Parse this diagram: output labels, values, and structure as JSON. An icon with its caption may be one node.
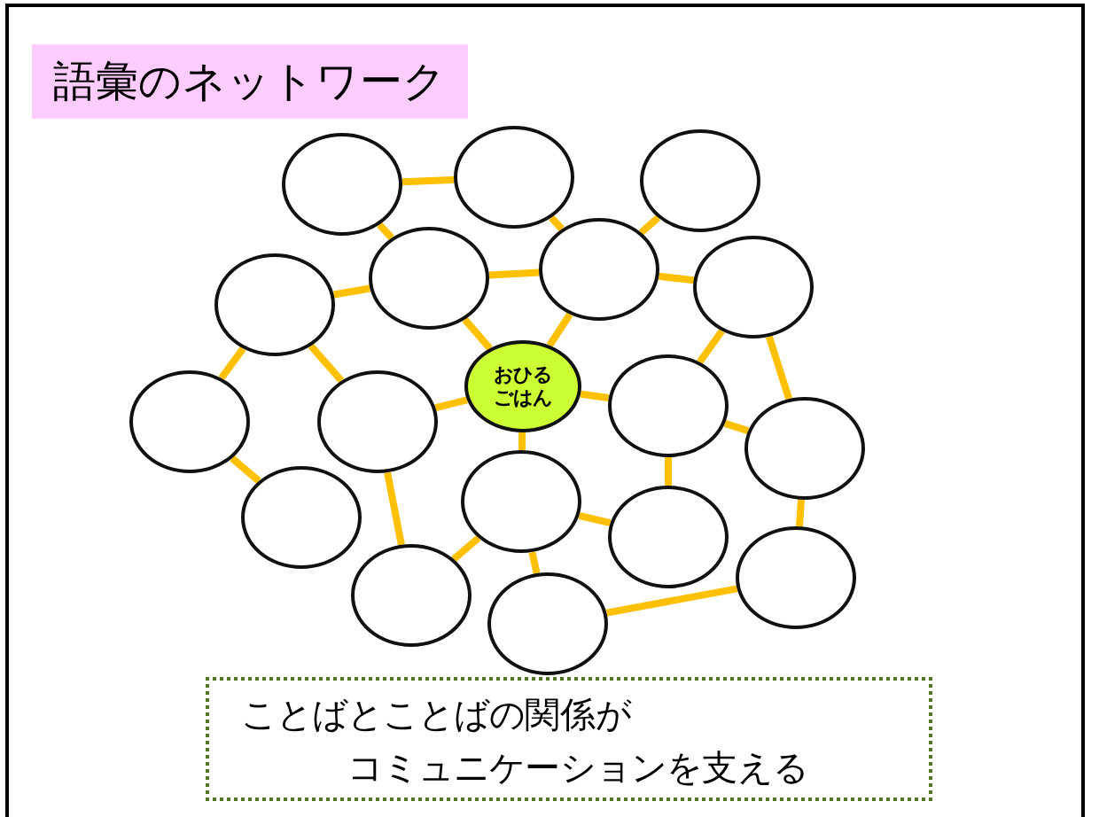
{
  "diagram": {
    "title": "語彙のネットワーク",
    "caption": "ことばとことばの関係がコミュニケーションを支える",
    "nodes": [
      {
        "text": [],
        "shape": "circle"
      },
      {
        "text": [],
        "shape": "circle"
      },
      {
        "text": [],
        "shape": "circle"
      },
      {
        "text": [],
        "shape": "circle"
      },
      {
        "text": [],
        "shape": "circle"
      },
      {
        "text": [],
        "shape": "circle"
      },
      {
        "text": [],
        "shape": "circle"
      },
      {
        "text": [
          "おひるごはん"
        ]
      },
      {
        "text": [],
        "shape": "circle"
      },
      {
        "text": [],
        "shape": "circle"
      },
      {
        "text": [],
        "shape": "circle"
      },
      {
        "text": [],
        "shape": "circle"
      },
      {
        "text": [],
        "shape": "circle"
      },
      {
        "text": [],
        "shape": "circle"
      },
      {
        "text": [],
        "shape": "circle"
      },
      {
        "text": [],
        "shape": "circle"
      },
      {
        "text": [],
        "shape": "circle"
      },
      {
        "text": [],
        "shape": "circle"
      }
    ],
    "edges": [
      {
        "from": 0,
        "to": 1,
        "arrow": "none"
      },
      {
        "from": 0,
        "to": 4,
        "arrow": "none"
      },
      {
        "from": 1,
        "to": 5,
        "arrow": "none"
      },
      {
        "from": 3,
        "to": 4,
        "arrow": "none"
      },
      {
        "from": 4,
        "to": 5,
        "arrow": "none"
      },
      {
        "from": 5,
        "to": 2,
        "arrow": "none"
      },
      {
        "from": 5,
        "to": 6,
        "arrow": "none"
      },
      {
        "from": 4,
        "to": 7,
        "arrow": "none"
      },
      {
        "from": 5,
        "to": 7,
        "arrow": "none"
      },
      {
        "from": 3,
        "to": 8,
        "arrow": "none"
      },
      {
        "from": 3,
        "to": 9,
        "arrow": "none"
      },
      {
        "from": 9,
        "to": 7,
        "arrow": "none"
      },
      {
        "from": 7,
        "to": 10,
        "arrow": "none"
      },
      {
        "from": 6,
        "to": 10,
        "arrow": "none"
      },
      {
        "from": 6,
        "to": 11,
        "arrow": "none"
      },
      {
        "from": 10,
        "to": 11,
        "arrow": "none"
      },
      {
        "from": 7,
        "to": 13,
        "arrow": "none"
      },
      {
        "from": 8,
        "to": 12,
        "arrow": "none"
      },
      {
        "from": 9,
        "to": 14,
        "arrow": "none"
      },
      {
        "from": 13,
        "to": 14,
        "arrow": "none"
      },
      {
        "from": 13,
        "to": 15,
        "arrow": "none"
      },
      {
        "from": 13,
        "to": 16,
        "arrow": "none"
      },
      {
        "from": 10,
        "to": 16,
        "arrow": "none"
      },
      {
        "from": 11,
        "to": 17,
        "arrow": "none"
      },
      {
        "from": 15,
        "to": 17,
        "arrow": "none"
      }
    ]
  }
}
